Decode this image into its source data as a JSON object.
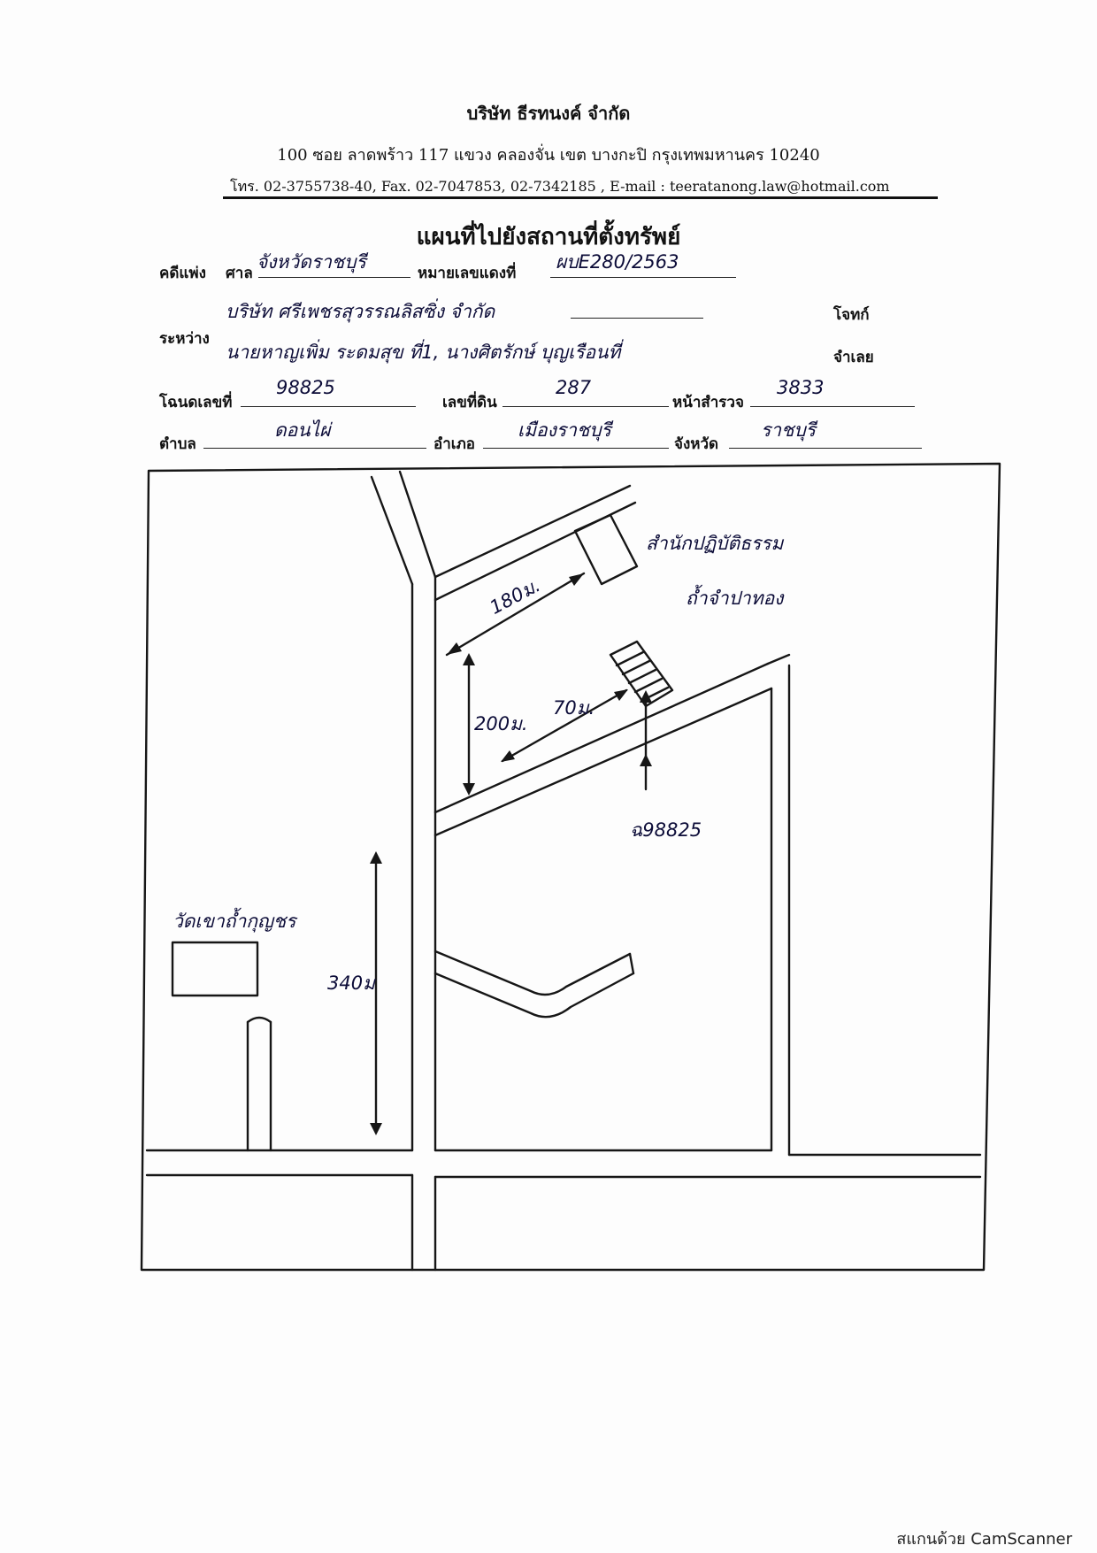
{
  "header": {
    "company": "บริษัท ธีรทนงค์ จำกัด",
    "address": "100  ซอย ลาดพร้าว 117   แขวง คลองจั่น   เขต บางกะปิ   กรุงเทพมหานคร  10240",
    "contact": "โทร. 02-3755738-40, Fax.  02-7047853, 02-7342185 , E-mail : teeratanong.law@hotmail.com"
  },
  "title": "แผนที่ไปยังสถานที่ตั้งทรัพย์",
  "form": {
    "labels": {
      "civil_case": "คดีแพ่ง",
      "court": "ศาล",
      "red_case_number": "หมายเลขแดงที่",
      "between": "ระหว่าง",
      "plaintiff": "โจทก์",
      "defendant": "จำเลย",
      "title_deed": "โฉนดเลขที่",
      "land_number": "เลขที่ดิน",
      "survey_page": "หน้าสำรวจ",
      "subdistrict": "ตำบล",
      "district": "อำเภอ",
      "province": "จังหวัด"
    },
    "values": {
      "court": "จังหวัดราชบุรี",
      "red_case_number": "ผบE280/2563",
      "plaintiff": "บริษัท ศรีเพชรสุวรรณลิสซิ่ง จำกัด",
      "defendant": "นายหาญเพิ่ม ระดมสุข ที่1, นางศิตรักษ์ บุญเรือนที่",
      "title_deed": "98825",
      "land_number": "287",
      "survey_page": "3833",
      "subdistrict": "ดอนไผ่",
      "district": "เมืองราชบุรี",
      "province": "ราชบุรี"
    }
  },
  "map": {
    "labels": {
      "temple_name": "สำนักปฏิบัติธรรม",
      "temple_name_2": "ถ้ำจำปาทอง",
      "d180": "180ม.",
      "d200": "200ม.",
      "d70": "70ม.",
      "deed": "ฉ98825",
      "landmark": "วัดเขาถ้ำกุญชร",
      "d340": "340ม"
    }
  },
  "footer": {
    "scanner": "สแกนด้วย CamScanner"
  }
}
